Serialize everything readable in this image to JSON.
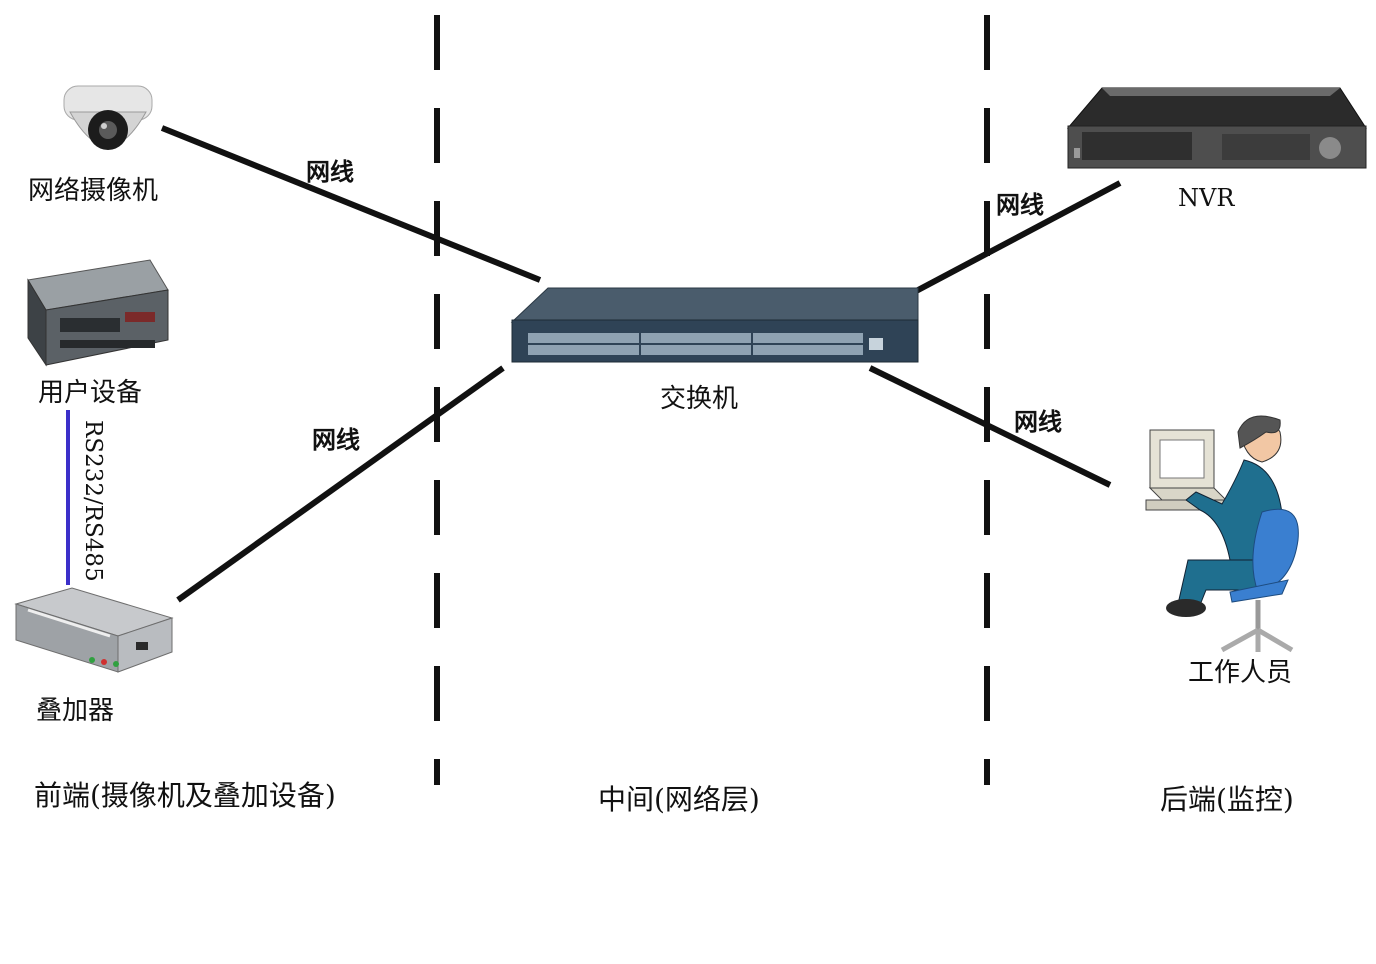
{
  "devices": {
    "camera": "网络摄像机",
    "user_device": "用户设备",
    "overlay": "叠加器",
    "switch": "交换机",
    "nvr": "NVR",
    "staff": "工作人员"
  },
  "cables": {
    "camera_to_switch": "网线",
    "overlay_to_switch": "网线",
    "switch_to_nvr": "网线",
    "switch_to_staff": "网线",
    "serial_link": "RS232/RS485"
  },
  "sections": {
    "front": "前端(摄像机及叠加设备)",
    "middle": "中间(网络层)",
    "back": "后端(监控)"
  },
  "colors": {
    "serial_link": "#3b2fc9",
    "switch_body": "#2f4356",
    "staff_suit": "#1f6f8f",
    "chair": "#3a7fd0"
  }
}
